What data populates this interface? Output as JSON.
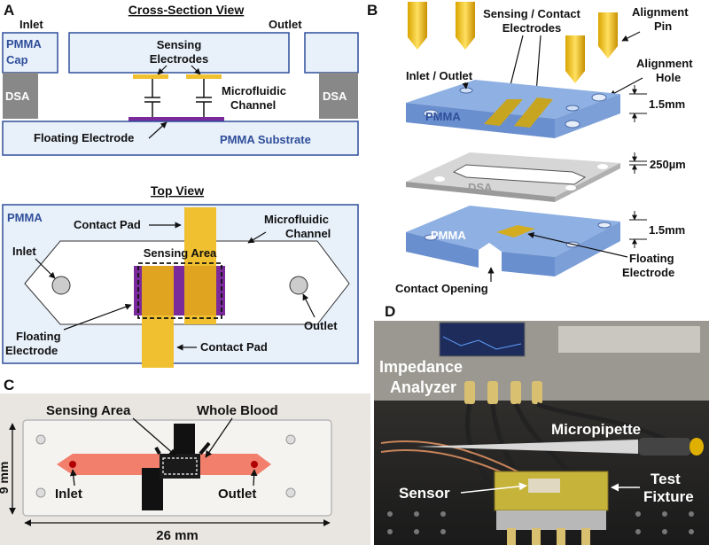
{
  "panel_a": {
    "letter": "A",
    "cross_section_title": "Cross-Section View",
    "inlet": "Inlet",
    "outlet": "Outlet",
    "pmma": "PMMA",
    "cap": "Cap",
    "sensing_l1": "Sensing",
    "sensing_l2": "Electrodes",
    "dsa_left": "DSA",
    "dsa_right": "DSA",
    "microfluidic_l1": "Microfluidic",
    "microfluidic_l2": "Channel",
    "floating_electrode": "Floating Electrode",
    "pmma_substrate": "PMMA Substrate",
    "top_view_title": "Top View",
    "tv_pmma": "PMMA",
    "tv_contact_pad_top": "Contact Pad",
    "tv_micro_l1": "Microfluidic",
    "tv_micro_l2": "Channel",
    "tv_inlet": "Inlet",
    "tv_sensing_area": "Sensing Area",
    "tv_outlet": "Outlet",
    "tv_floating_l1": "Floating",
    "tv_floating_l2": "Electrode",
    "tv_contact_pad_bottom": "Contact Pad"
  },
  "panel_b": {
    "letter": "B",
    "sensing_contact_l1": "Sensing / Contact",
    "sensing_contact_l2": "Electrodes",
    "alignment_pin_l1": "Alignment",
    "alignment_pin_l2": "Pin",
    "alignment_hole_l1": "Alignment",
    "alignment_hole_l2": "Hole",
    "inlet_outlet": "Inlet / Outlet",
    "pmma_top": "PMMA",
    "thick_top": "1.5mm",
    "dsa": "DSA",
    "thick_dsa": "250µm",
    "pmma_bottom": "PMMA",
    "thick_bottom": "1.5mm",
    "floating_l1": "Floating",
    "floating_l2": "Electrode",
    "contact_opening": "Contact Opening"
  },
  "panel_c": {
    "letter": "C",
    "sensing_area": "Sensing Area",
    "whole_blood": "Whole Blood",
    "inlet": "Inlet",
    "outlet": "Outlet",
    "height": "9 mm",
    "width": "26 mm"
  },
  "panel_d": {
    "letter": "D",
    "impedance_l1": "Impedance",
    "impedance_l2": "Analyzer",
    "micropipette": "Micropipette",
    "sensor": "Sensor",
    "test_l1": "Test",
    "test_l2": "Fixture"
  },
  "colors": {
    "pmma_blue": "#2f4f9a",
    "electrode_gold": "#f0c030",
    "floating_purple": "#7a2a9a",
    "dsa_gray": "#888888",
    "blood_red": "#f06a55"
  }
}
